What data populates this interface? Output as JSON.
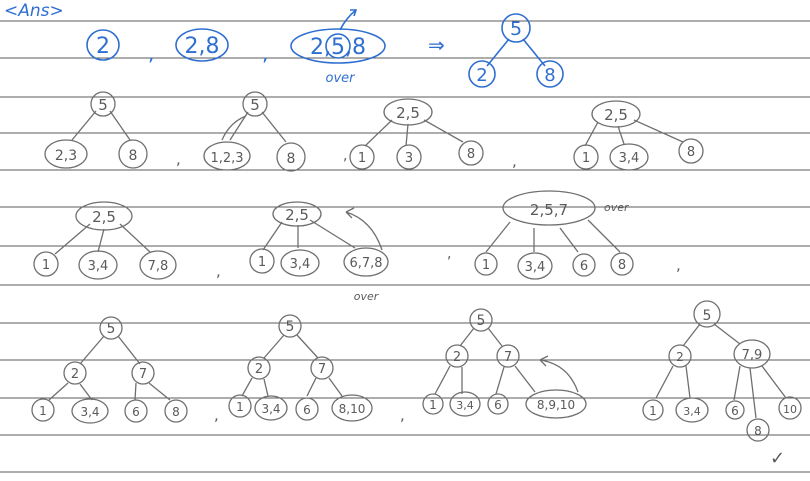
{
  "header": {
    "ans_label": "<Ans>",
    "seq": [
      "2",
      ",",
      "2,8",
      ",",
      "2,5,8"
    ],
    "over": "over",
    "arrow": "⇒",
    "tree": {
      "root": "5",
      "left": "2",
      "right": "8"
    }
  },
  "row1": [
    {
      "root": "5",
      "left": "2,3",
      "right": "8"
    },
    {
      "root": "5",
      "left": "1,2,3",
      "right": "8"
    },
    {
      "root": "2,5",
      "a": "1",
      "b": "3",
      "c": "8"
    },
    {
      "root": "2,5",
      "a": "1",
      "b": "3,4",
      "c": "8"
    }
  ],
  "row2": [
    {
      "root": "2,5",
      "a": "1",
      "b": "3,4",
      "c": "7,8"
    },
    {
      "root": "2,5",
      "a": "1",
      "b": "3,4",
      "c": "6,7,8",
      "note": "over"
    },
    {
      "root": "2,5,7",
      "a": "1",
      "b": "3,4",
      "c": "6",
      "d": "8",
      "note": "over"
    }
  ],
  "row3": [
    {
      "root": "5",
      "l": "2",
      "r": "7",
      "leaves": [
        "1",
        "3,4",
        "6",
        "8"
      ]
    },
    {
      "root": "5",
      "l": "2",
      "r": "7",
      "leaves": [
        "1",
        "3,4",
        "6",
        "8,10"
      ]
    },
    {
      "root": "5",
      "l": "2",
      "r": "7",
      "leaves": [
        "1",
        "3,4",
        "6",
        "8,9,10"
      ]
    },
    {
      "root": "5",
      "l": "2",
      "r": "7,9",
      "leaves": [
        "1",
        "3,4",
        "6",
        "8",
        "10"
      ]
    }
  ],
  "check": "✓",
  "commas": [
    ",",
    ",",
    ",",
    ",",
    ",",
    ",",
    ",",
    ","
  ]
}
